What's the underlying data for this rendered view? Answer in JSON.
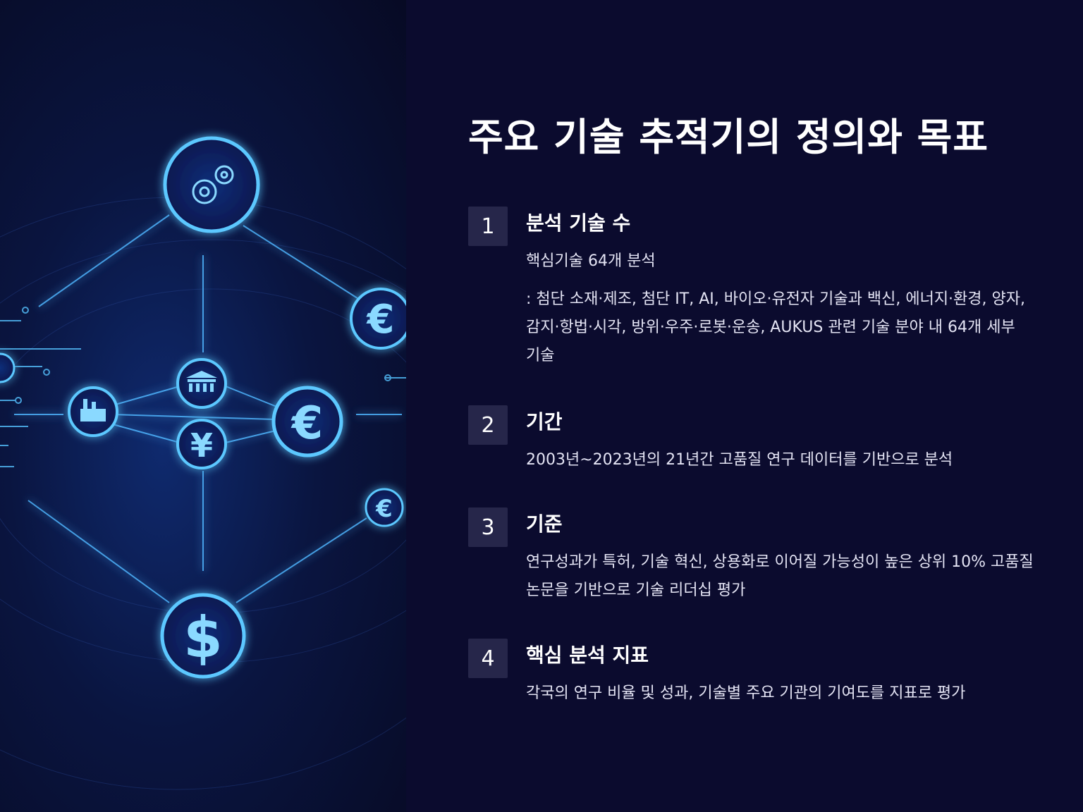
{
  "page": {
    "title": "주요 기술 추적기의 정의와 목표",
    "colors": {
      "background": "#0b0b2e",
      "badge": "#26264a",
      "glow": "#3fb8ff"
    }
  },
  "hero": {
    "icons": [
      "gears-icon",
      "euro-icon",
      "bank-icon",
      "yen-icon",
      "dollar-icon",
      "factory-icon"
    ],
    "euro_symbol": "€",
    "yen_symbol": "¥",
    "dollar_symbol": "$"
  },
  "items": [
    {
      "number": "1",
      "title": "분석 기술 수",
      "body": [
        "핵심기술 64개 분석",
        ": 첨단 소재·제조, 첨단 IT, AI, 바이오·유전자 기술과 백신, 에너지·환경, 양자, 감지·항법·시각, 방위·우주·로봇·운송, AUKUS 관련 기술 분야 내 64개 세부 기술"
      ]
    },
    {
      "number": "2",
      "title": "기간",
      "body": [
        "2003년~2023년의 21년간 고품질 연구 데이터를 기반으로 분석"
      ]
    },
    {
      "number": "3",
      "title": "기준",
      "body": [
        "연구성과가 특허, 기술 혁신, 상용화로 이어질 가능성이 높은 상위 10% 고품질 논문을 기반으로 기술 리더십 평가"
      ]
    },
    {
      "number": "4",
      "title": "핵심 분석 지표",
      "body": [
        "각국의 연구 비율 및 성과, 기술별 주요 기관의 기여도를 지표로 평가"
      ]
    }
  ]
}
